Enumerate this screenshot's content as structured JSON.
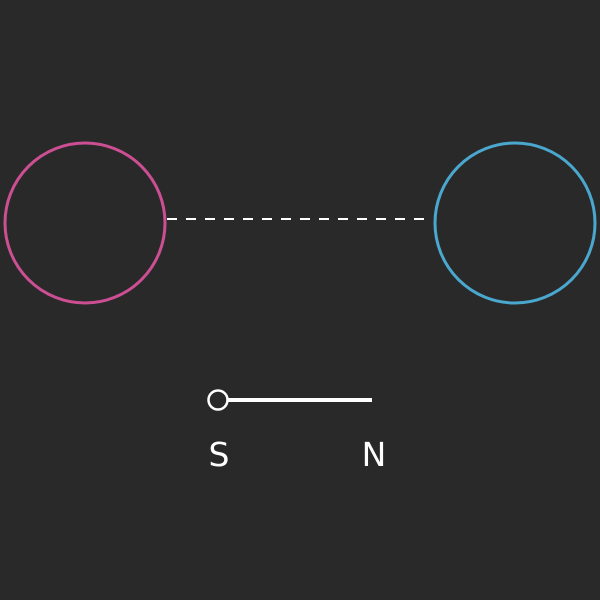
{
  "colors": {
    "background": "#292929",
    "left_circle": "#cc4f93",
    "right_circle": "#4aa8cf",
    "connector": "#ffffff",
    "switch": "#ffffff"
  },
  "switch": {
    "start_label": "S",
    "end_label": "N",
    "position": 0
  }
}
